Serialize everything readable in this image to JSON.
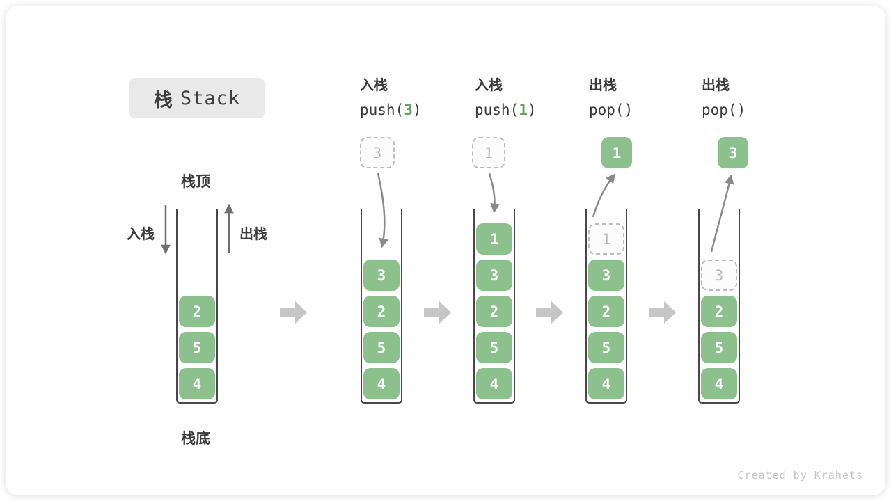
{
  "title": {
    "zh": "栈",
    "en": "Stack"
  },
  "labels": {
    "stack_top": "栈顶",
    "stack_bottom": "栈底",
    "push_side": "入栈",
    "pop_side": "出栈"
  },
  "colors": {
    "cell_green": "#8cc08c",
    "arg_green": "#5fa55f",
    "arrow_gray": "#8a8a8a",
    "block_arrow_gray": "#c6c6c6",
    "ghost_border": "#bcbcbc",
    "ghost_text": "#b8b8b8",
    "text_dark": "#3b3b3b"
  },
  "stages": [
    {
      "name": "initial",
      "cells": [
        {
          "v": "2",
          "type": "solid"
        },
        {
          "v": "5",
          "type": "solid"
        },
        {
          "v": "4",
          "type": "solid"
        }
      ]
    },
    {
      "name": "push-3",
      "op": {
        "action": "入栈",
        "pre": "push(",
        "arg": "3",
        "post": ")"
      },
      "floating": {
        "v": "3",
        "style": "dashed"
      },
      "arrow": "down-into-stack",
      "cells": [
        {
          "v": "3",
          "type": "solid"
        },
        {
          "v": "2",
          "type": "solid"
        },
        {
          "v": "5",
          "type": "solid"
        },
        {
          "v": "4",
          "type": "solid"
        }
      ]
    },
    {
      "name": "push-1",
      "op": {
        "action": "入栈",
        "pre": "push(",
        "arg": "1",
        "post": ")"
      },
      "floating": {
        "v": "1",
        "style": "dashed"
      },
      "arrow": "down-into-stack",
      "cells": [
        {
          "v": "1",
          "type": "solid"
        },
        {
          "v": "3",
          "type": "solid"
        },
        {
          "v": "2",
          "type": "solid"
        },
        {
          "v": "5",
          "type": "solid"
        },
        {
          "v": "4",
          "type": "solid"
        }
      ]
    },
    {
      "name": "pop-1",
      "op": {
        "action": "出栈",
        "pre": "pop(",
        "arg": "",
        "post": ")"
      },
      "floating": {
        "v": "1",
        "style": "solid"
      },
      "arrow": "up-out-of-stack",
      "cells": [
        {
          "v": "1",
          "type": "ghost"
        },
        {
          "v": "3",
          "type": "solid"
        },
        {
          "v": "2",
          "type": "solid"
        },
        {
          "v": "5",
          "type": "solid"
        },
        {
          "v": "4",
          "type": "solid"
        }
      ]
    },
    {
      "name": "pop-3",
      "op": {
        "action": "出栈",
        "pre": "pop(",
        "arg": "",
        "post": ")"
      },
      "floating": {
        "v": "3",
        "style": "solid"
      },
      "arrow": "up-out-of-stack",
      "cells": [
        {
          "v": "3",
          "type": "ghost"
        },
        {
          "v": "2",
          "type": "solid"
        },
        {
          "v": "5",
          "type": "solid"
        },
        {
          "v": "4",
          "type": "solid"
        }
      ]
    }
  ],
  "watermark": "Created by Krahets"
}
